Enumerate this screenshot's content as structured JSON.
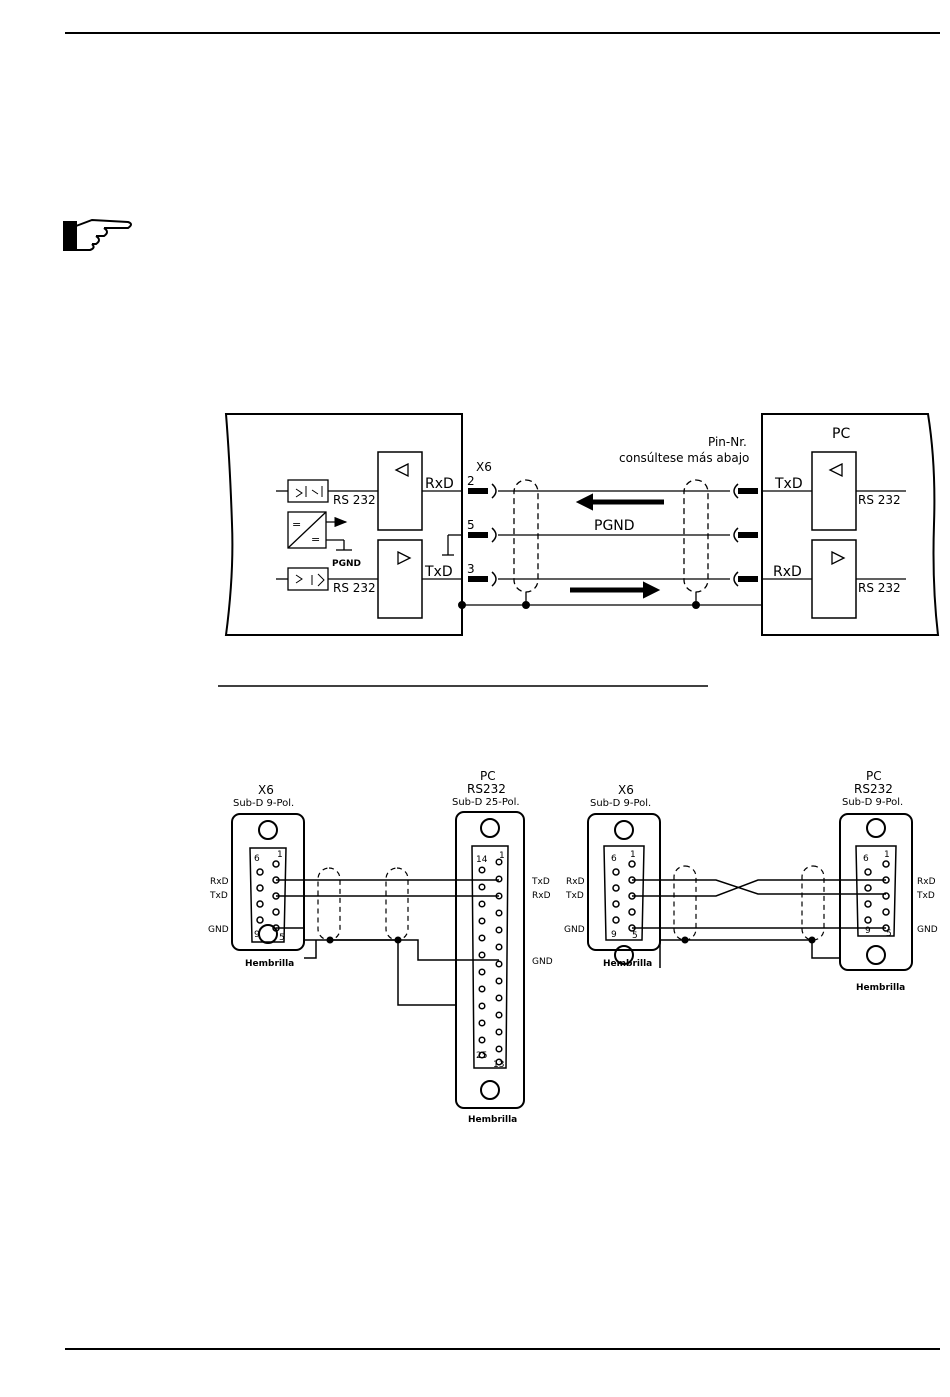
{
  "top_diagram": {
    "pin_nr": "Pin-Nr.",
    "see_below": "consúltese más abajo",
    "pc": "PC",
    "x6": "X6",
    "rxd": "RxD",
    "txd": "TxD",
    "rs232": "RS 232",
    "pgnd": "PGND",
    "pin2": "2",
    "pin5": "5",
    "pin3": "3"
  },
  "bottom_diagrams": {
    "left_x6_title": "X6",
    "left_x6_sub": "Sub-D 9-Pol.",
    "left_pc_title": "PC",
    "left_pc_rs": "RS232",
    "left_pc_sub": "Sub-D 25-Pol.",
    "right_x6_title": "X6",
    "right_x6_sub": "Sub-D 9-Pol.",
    "right_pc_title": "PC",
    "right_pc_rs": "RS232",
    "right_pc_sub": "Sub-D 9-Pol.",
    "rxd": "RxD",
    "txd": "TxD",
    "gnd": "GND",
    "socket": "Hembrilla",
    "pin1": "1",
    "pin5": "5",
    "pin6": "6",
    "pin9": "9",
    "pin13": "13",
    "pin14": "14",
    "pin25": "25"
  }
}
